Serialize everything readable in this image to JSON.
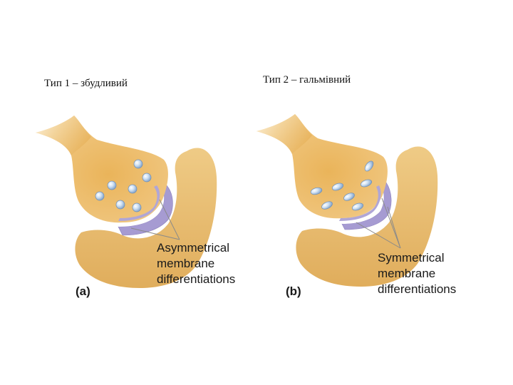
{
  "captions": {
    "type1": "Тип 1 – збудливий",
    "type2": "Тип 2 – гальмівний"
  },
  "panels": [
    {
      "id": "a",
      "panel_label": "(a)",
      "annotation": [
        "Asymmetrical",
        "membrane",
        "differentiations"
      ],
      "vesicle_shape": "round"
    },
    {
      "id": "b",
      "panel_label": "(b)",
      "annotation": [
        "Symmetrical",
        "membrane",
        "differentiations"
      ],
      "vesicle_shape": "oval"
    }
  ],
  "colors": {
    "terminal_fill": "#eab964",
    "postsynaptic_fill": "#e6bb6c",
    "membrane_thickening": "#a89ad0",
    "cleft": "#ffffff",
    "vesicle": "#b9d4ec",
    "pointer_line": "#8a8a8a"
  }
}
